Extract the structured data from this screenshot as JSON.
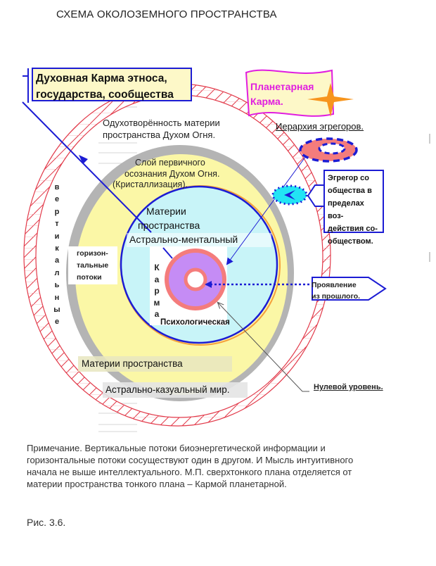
{
  "page": {
    "title": "СХЕМА ОКОЛОЗЕМНОГО ПРОСТРАНСТВА",
    "figure_caption": "Рис. 3.6.",
    "note": "Примечание.  Вертикальные потоки биоэнергетической информации и горизонтальные  потоки  сосуществуют  один  в  другом. И Мысль интуитивного начала не выше интеллектуального. М.П. сверхтонкого плана отделяется от материи пространства тонкого  плана – Кармой планетарной."
  },
  "labels": {
    "spiritual_karma_line1": "Духовная Карма этноса,",
    "spiritual_karma_line2": "государства, сообщества",
    "planetary_karma_line1": "Планетарная",
    "planetary_karma_line2": "Карма.",
    "spirituality_line1": "Одухотворённость материи",
    "spirituality_line2": "пространства Духом Огня.",
    "egregor_hierarchy": "Иерархия эгрегоров.",
    "primary_layer_line1": "Слой первичного",
    "primary_layer_line2": "осознания Духом Огня.",
    "primary_layer_line3": "(Кристаллизация).",
    "egregor_box": [
      "Эгрегор со",
      "общества в",
      "пределах воз-",
      "действия со-",
      "обществом."
    ],
    "vertical_flows": [
      "в",
      "е",
      "р",
      "т",
      "и",
      "к",
      "а",
      "л",
      "ь",
      "н",
      "ы",
      "е"
    ],
    "horizontal_flows": [
      "горизон-",
      "тальные",
      "потоки"
    ],
    "matter_space_inner_line1": "Материи",
    "matter_space_inner_line2": "пространства",
    "astral_mental": "Астрально-ментальный",
    "karma_vertical": [
      "К",
      "а",
      "р",
      "м",
      "а"
    ],
    "psychological": "Психологическая",
    "manifestation_line1": "Проявление",
    "manifestation_line2": "из прошлого.",
    "matter_space_outer": "Материи пространства",
    "astral_causal": "Астрально-казуальный мир.",
    "zero_level": "Нулевой уровень."
  },
  "colors": {
    "hatch_red": "#e23a4a",
    "gray_ring": "#b4b4b4",
    "yellow_fill": "#fbf7a6",
    "light_cyan": "#c8f4f8",
    "blue_line": "#1c1cd4",
    "purple": "#c58cf5",
    "salmon": "#f47c7c",
    "magenta": "#e01ee0",
    "orange_star": "#f7951d",
    "cyan_ellipse": "#22e4f4"
  }
}
